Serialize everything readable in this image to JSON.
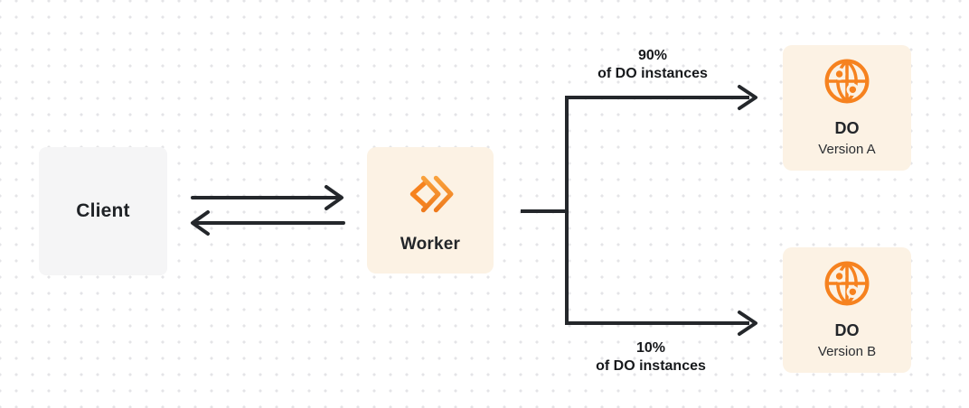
{
  "diagram": {
    "nodes": {
      "client": {
        "label": "Client"
      },
      "worker": {
        "label": "Worker"
      },
      "do_version_a": {
        "title": "DO",
        "subtitle": "Version A"
      },
      "do_version_b": {
        "title": "DO",
        "subtitle": "Version B"
      }
    },
    "edges": {
      "worker_to_do_a": {
        "percent": "90%",
        "caption": "of DO instances"
      },
      "worker_to_do_b": {
        "percent": "10%",
        "caption": "of DO instances"
      }
    },
    "colors": {
      "accent_orange": "#f6821f",
      "accent_orange_light": "#f9a13c",
      "node_cream_background": "#fcf2e4",
      "client_gray_background": "#f5f5f6",
      "line_dark": "#24272b",
      "dot_grid": "#e4e4e7"
    }
  }
}
